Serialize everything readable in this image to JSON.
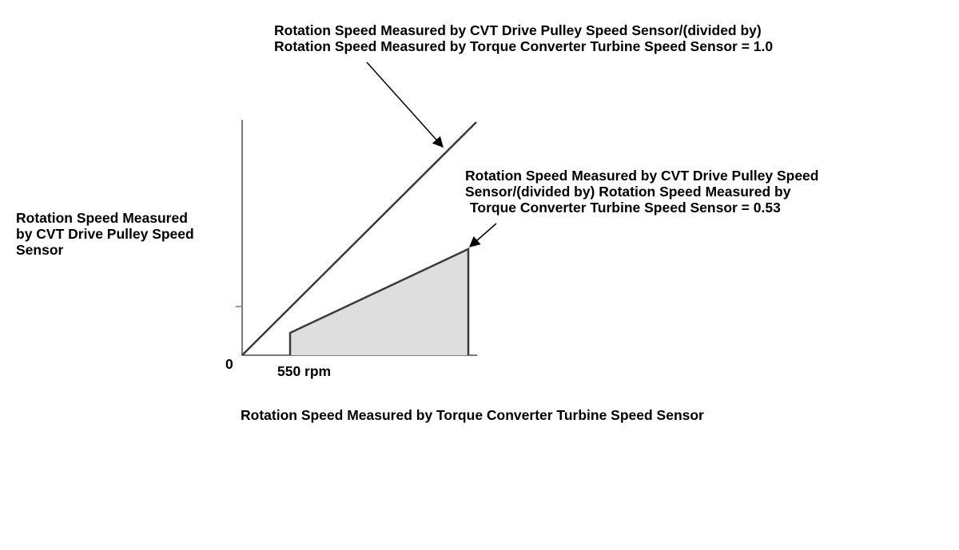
{
  "annotations": {
    "ratio_1": {
      "line1": "Rotation Speed Measured by CVT Drive Pulley Speed Sensor/(divided by)",
      "line2": "Rotation Speed Measured by Torque Converter Turbine Speed Sensor = 1.0"
    },
    "ratio_053": {
      "line1": "Rotation Speed Measured by CVT Drive Pulley Speed",
      "line2": "Sensor/(divided by) Rotation Speed Measured by",
      "line3": "Torque Converter Turbine Speed Sensor = 0.53"
    }
  },
  "axes": {
    "y_label": {
      "line1": "Rotation Speed Measured",
      "line2": "by CVT Drive Pulley Speed",
      "line3": "Sensor"
    },
    "x_label": "Rotation Speed Measured by Torque Converter Turbine Speed Sensor",
    "origin": "0",
    "threshold": "550 rpm"
  },
  "colors": {
    "line": "#3a3a3a",
    "shaded_region": "#dedede",
    "axis": "#7a7a7a"
  }
}
